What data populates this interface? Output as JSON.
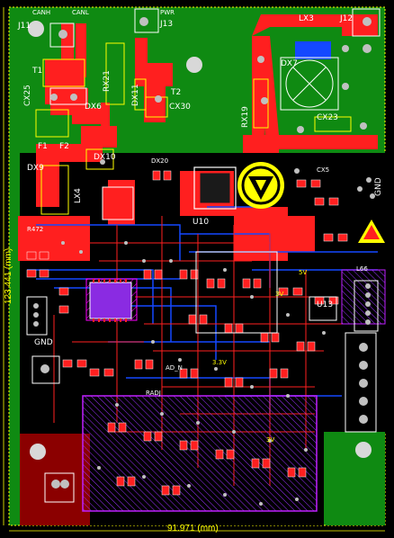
{
  "board": {
    "colors": {
      "background": "#000000",
      "top_copper": "#ff1f1f",
      "ground_pour": "#0f8a12",
      "bottom_copper": "#1448ff",
      "silkscreen": "#ffffff",
      "overlay": "#ffff00",
      "pad": "#c0c0c0",
      "keepout": "#ff00ff",
      "dark_red": "#8b0000"
    },
    "dimensions": {
      "width": "91.971 (mm)",
      "height": "123.441 (mm)"
    },
    "labels": {
      "canh": "CANH",
      "canl": "CANL",
      "pwr": "PWR",
      "j11": "J11",
      "j13": "J13",
      "lx3": "LX3",
      "j12": "J12",
      "t1": "T1",
      "cx25": "CX25",
      "rx21": "RX21",
      "dx11": "DX11",
      "t2": "T2",
      "cx30": "CX30",
      "dx6": "DX6",
      "rx19": "RX19",
      "dx7": "DX7",
      "cx23": "CX23",
      "f1": "F1",
      "f2": "F2",
      "dx9": "DX9",
      "dx10": "DX10",
      "lx4": "LX4",
      "u10": "U10",
      "u13": "U13",
      "gnd_left": "GND",
      "gnd_right": "GND",
      "r472": "R472",
      "radj": "RADJ",
      "ad_n": "AD_N",
      "sv1": "3V",
      "sv2": "3V",
      "sv3": "5V",
      "sv4": "3.3V",
      "l66": "L66",
      "cx5": "CX5",
      "dx20": "DX20"
    }
  }
}
